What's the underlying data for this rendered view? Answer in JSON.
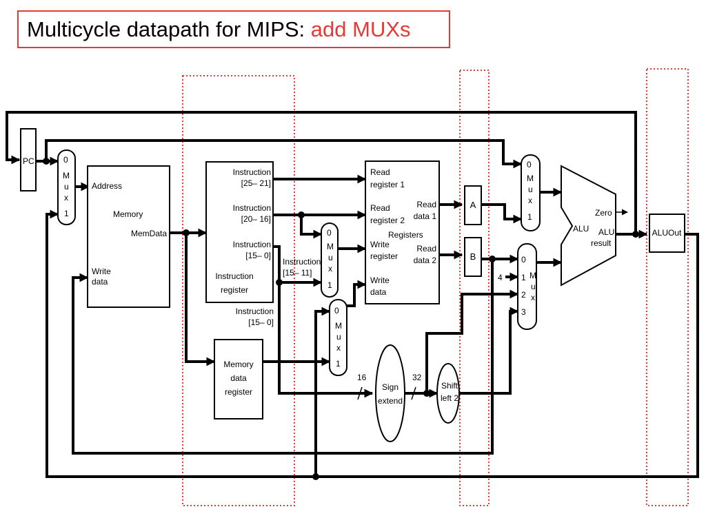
{
  "title": {
    "main": "Multicycle datapath for MIPS: ",
    "highlight": "add MUXs"
  },
  "colors": {
    "accent": "#e53935",
    "line": "#000000",
    "background": "#ffffff"
  },
  "blocks": {
    "pc": "PC",
    "mux_pc": {
      "i0": "0",
      "m": "M",
      "u": "u",
      "x": "x",
      "i1": "1"
    },
    "memory": {
      "address": "Address",
      "name": "Memory",
      "memdata": "MemData",
      "write1": "Write",
      "write2": "data"
    },
    "ir": {
      "f1a": "Instruction",
      "f1b": "[25– 21]",
      "f2a": "Instruction",
      "f2b": "[20– 16]",
      "f3a": "Instruction",
      "f3b": "[15– 0]",
      "name1": "Instruction",
      "name2": "register"
    },
    "ir_out": {
      "a": "Instruction",
      "b": "[15– 0]"
    },
    "mdr": {
      "l1": "Memory",
      "l2": "data",
      "l3": "register"
    },
    "mux_wreg": {
      "i0": "0",
      "m": "M",
      "u": "u",
      "x": "x",
      "i1": "1",
      "lbl_a": "Instruction",
      "lbl_b": "[15– 11]"
    },
    "mux_wdata": {
      "i0": "0",
      "m": "M",
      "u": "u",
      "x": "x",
      "i1": "1"
    },
    "registers": {
      "rr1a": "Read",
      "rr1b": "register 1",
      "rr2a": "Read",
      "rr2b": "register 2",
      "name": "Registers",
      "wra": "Write",
      "wrb": "register",
      "wda": "Write",
      "wdb": "data",
      "rd1a": "Read",
      "rd1b": "data 1",
      "rd2a": "Read",
      "rd2b": "data 2"
    },
    "reg_a": "A",
    "reg_b": "B",
    "mux_alua": {
      "i0": "0",
      "m": "M",
      "u": "u",
      "x": "x",
      "i1": "1"
    },
    "mux_alub": {
      "i0": "0",
      "i1": "1",
      "i2": "2",
      "i3": "3",
      "m": "M",
      "u": "u",
      "x": "x",
      "four": "4"
    },
    "alu": {
      "name": "ALU",
      "zero": "Zero",
      "res1": "ALU",
      "res2": "result"
    },
    "aluout": "ALUOut",
    "sign_extend": {
      "l1": "Sign",
      "l2": "extend",
      "in_bits": "16",
      "out_bits": "32"
    },
    "shift_left": {
      "l1": "Shift",
      "l2": "left 2"
    }
  }
}
